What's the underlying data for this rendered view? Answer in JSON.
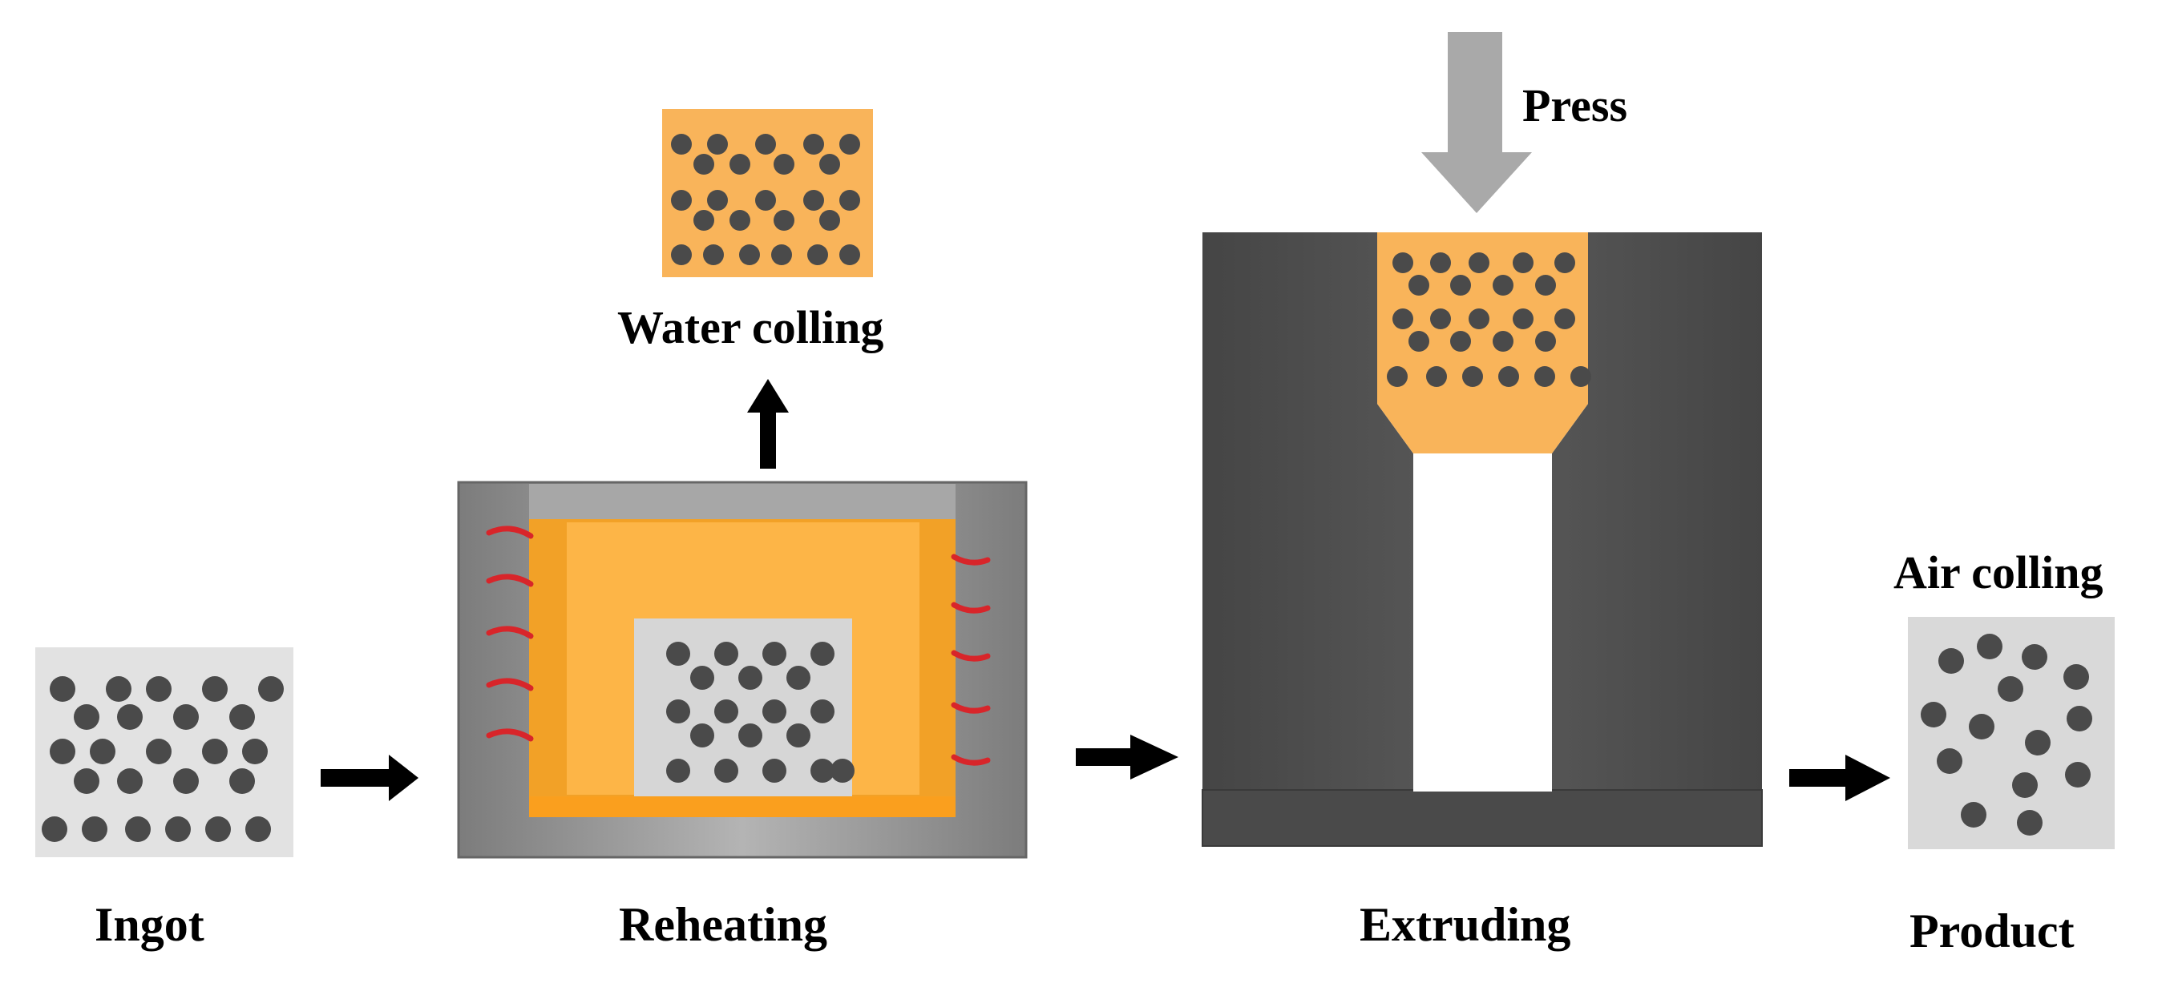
{
  "labels": {
    "ingot": "Ingot",
    "reheating": "Reheating",
    "water_cooling": "Water colling",
    "press": "Press",
    "extruding": "Extruding",
    "air_cooling": "Air colling",
    "product": "Product"
  },
  "colors": {
    "particle": "#4a4a4a",
    "ingot_fill": "#e2e2e2",
    "billet_orange": "#f9b45a",
    "furnace_shell": "#8f8f8f",
    "furnace_inner": "#fcae3a",
    "heating_coil": "#d8252a",
    "die": "#4d4d4d",
    "press_arrow": "#a9a9a9",
    "flow_arrow": "#000000"
  },
  "icons": [
    "flow-arrow",
    "press-arrow",
    "heating-coil",
    "particle"
  ]
}
